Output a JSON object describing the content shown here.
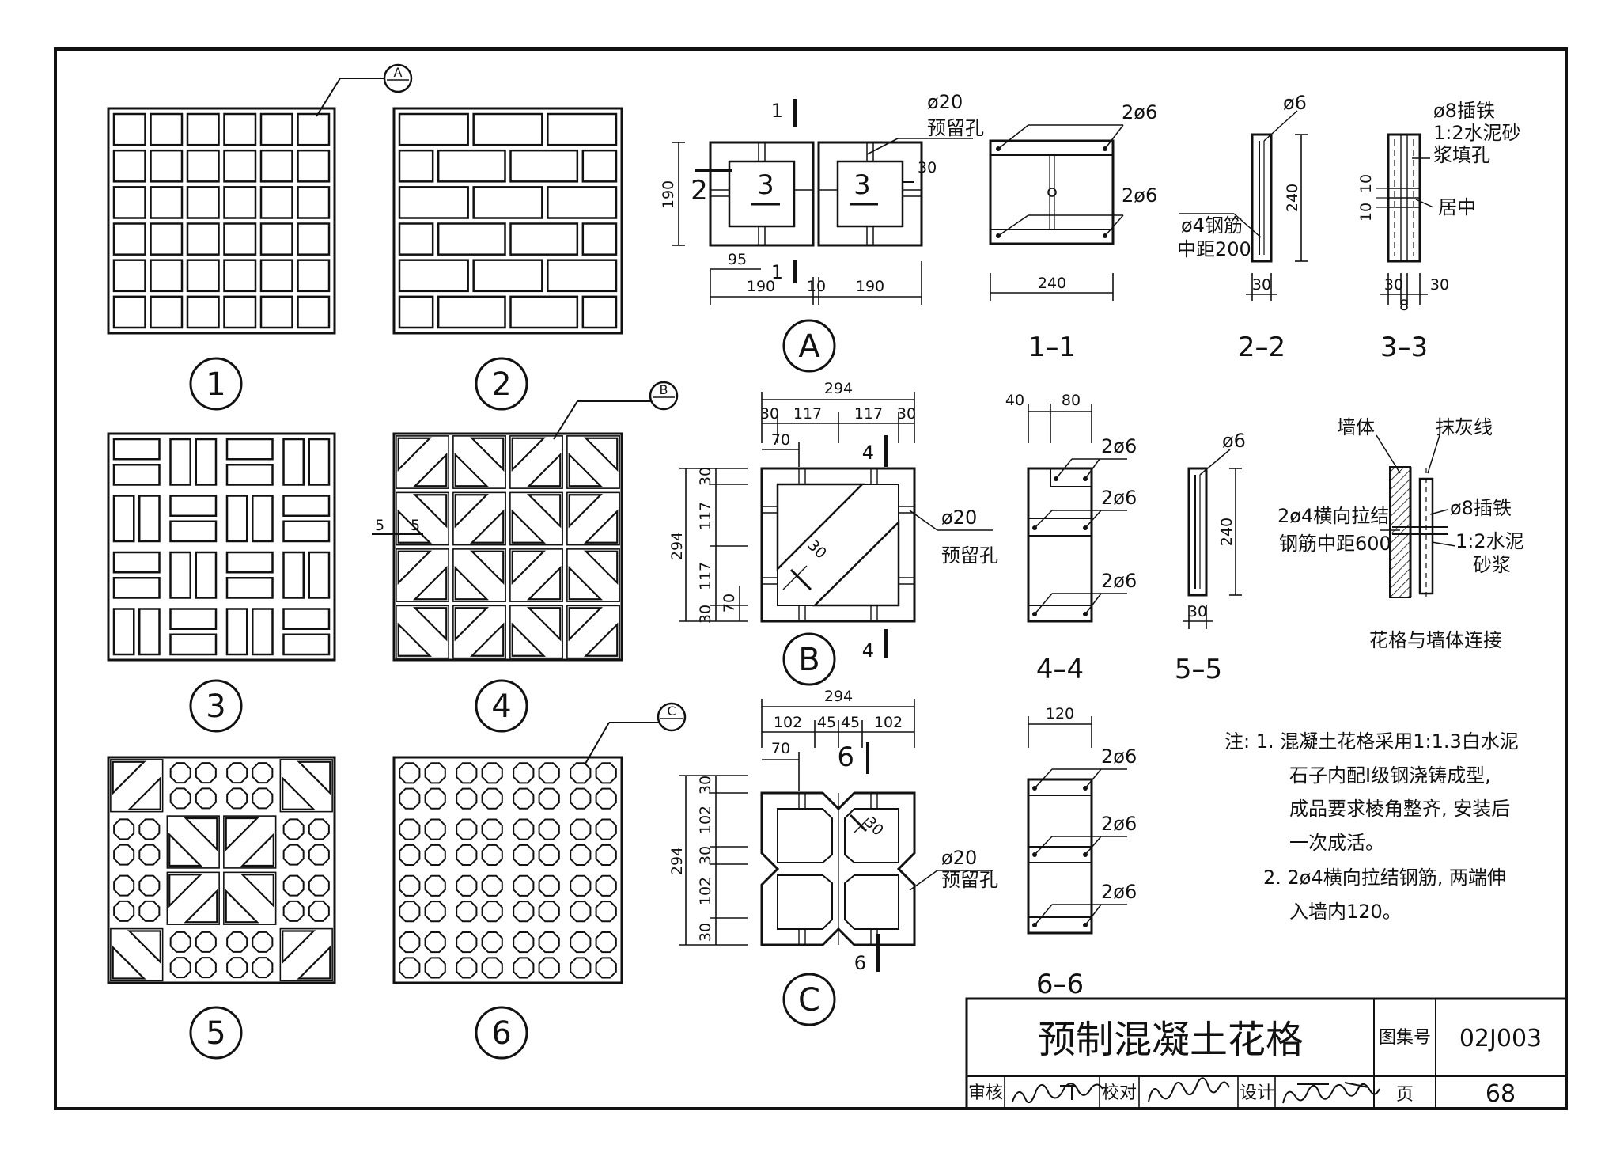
{
  "callouts": {
    "a": "A",
    "b": "B",
    "c": "C"
  },
  "patterns": {
    "p1": "1",
    "p2": "2",
    "p3": "3",
    "p4": "4",
    "p5": "5",
    "p6": "6"
  },
  "pattern4_section": {
    "left": "5",
    "right": "5"
  },
  "detail_a": {
    "label": "A",
    "hole_dia": "ø20",
    "hole_name": "预留孔",
    "sec1_top": "1",
    "sec1_bottom": "1",
    "sec2": "2",
    "sec3_left": "3",
    "sec3_right": "3",
    "dim_190v": "190",
    "dim_30": "30",
    "dim_95": "95",
    "dim_190a": "190",
    "dim_10": "10",
    "dim_190b": "190"
  },
  "section_11": {
    "caption": "1–1",
    "rebar_top": "2ø6",
    "rebar_bottom": "2ø6",
    "dim_240": "240"
  },
  "section_22": {
    "caption": "2–2",
    "bar": "ø6",
    "stirrup_a": "ø4钢筋",
    "stirrup_b": "中距200",
    "dim_240": "240",
    "dim_30": "30"
  },
  "section_33": {
    "caption": "3–3",
    "pin_a": "ø8插铁",
    "pin_b": "1:2水泥砂",
    "pin_c": "浆填孔",
    "center": "居中",
    "dim_10a": "10",
    "dim_10b": "10",
    "dim_30a": "30",
    "dim_30b": "30",
    "dim_8": "8"
  },
  "detail_b": {
    "label": "B",
    "dim_294t": "294",
    "dim_30a": "30",
    "dim_117a": "117",
    "dim_117b": "117",
    "dim_30b": "30",
    "dim_70t": "70",
    "dim_294v": "294",
    "dim_30c": "30",
    "dim_117c": "117",
    "dim_117d": "117",
    "dim_70v": "70",
    "dim_30d": "30",
    "dim_diag": "30",
    "sec4_top": "4",
    "sec4_bottom": "4",
    "hole_dia": "ø20",
    "hole_name": "预留孔"
  },
  "section_44": {
    "caption": "4–4",
    "dim_40": "40",
    "dim_80": "80",
    "r1": "2ø6",
    "r2": "2ø6",
    "r3": "2ø6"
  },
  "section_55": {
    "caption": "5–5",
    "bar": "ø6",
    "dim_240": "240",
    "dim_30": "30"
  },
  "wall_connection": {
    "caption": "花格与墙体连接",
    "wall": "墙体",
    "plaster": "抹灰线",
    "tie_a": "2ø4横向拉结",
    "tie_b": "钢筋中距600",
    "pin": "ø8插铁",
    "mortar_a": "1:2水泥",
    "mortar_b": "砂浆"
  },
  "detail_c": {
    "label": "C",
    "dim_294t": "294",
    "dim_102a": "102",
    "dim_45a": "45",
    "dim_45b": "45",
    "dim_102b": "102",
    "dim_70t": "70",
    "dim_294v": "294",
    "dim_30a": "30",
    "dim_102c": "102",
    "dim_30b": "30",
    "dim_102d": "102",
    "dim_30c": "30",
    "dim_diag": "30",
    "sec6_top": "6",
    "sec6_bottom": "6",
    "hole_dia": "ø20",
    "hole_name": "预留孔"
  },
  "section_66": {
    "caption": "6–6",
    "dim_120": "120",
    "r1": "2ø6",
    "r2": "2ø6",
    "r3": "2ø6"
  },
  "notes": {
    "n1_l1": "注: 1. 混凝土花格采用1:1.3白水泥",
    "n1_l2": "石子内配Ⅰ级钢浇铸成型,",
    "n1_l3": "成品要求棱角整齐, 安装后",
    "n1_l4": "一次成活。",
    "n2_l1": "2. 2ø4横向拉结钢筋, 两端伸",
    "n2_l2": "入墙内120。"
  },
  "title_block": {
    "title": "预制混凝土花格",
    "atlas_label": "图集号",
    "atlas_no": "02J003",
    "review_label": "审核",
    "check_label": "校对",
    "design_label": "设计",
    "page_label": "页",
    "page_no": "68"
  }
}
